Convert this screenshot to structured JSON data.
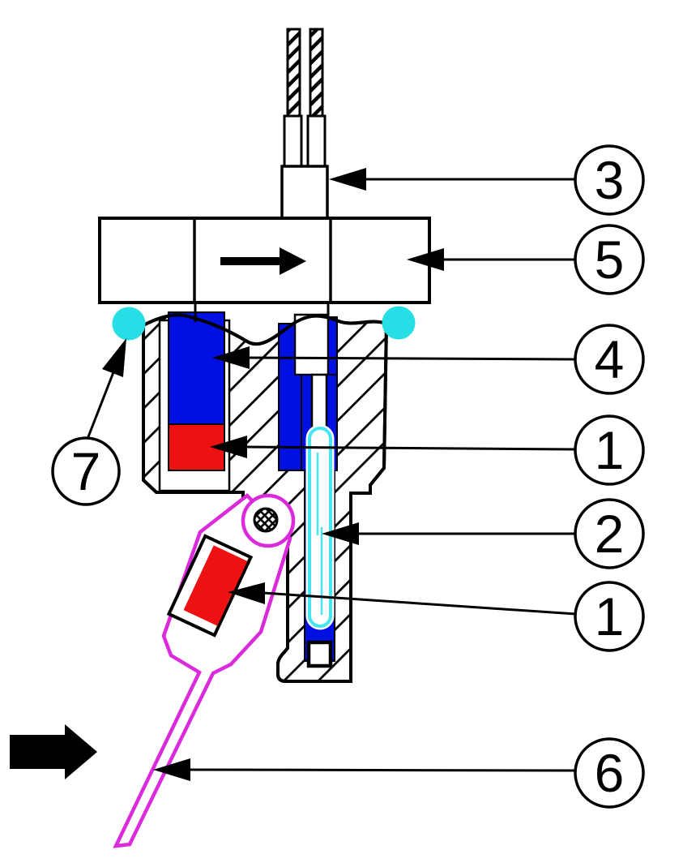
{
  "figure": {
    "type": "technical-cross-section-diagram",
    "description_visible_text_only": true
  },
  "callouts": {
    "c3": {
      "label": "3"
    },
    "c5": {
      "label": "5"
    },
    "c4": {
      "label": "4"
    },
    "c1_upper": {
      "label": "1"
    },
    "c2": {
      "label": "2"
    },
    "c1_lower": {
      "label": "1"
    },
    "c6": {
      "label": "6"
    },
    "c7": {
      "label": "7"
    }
  },
  "icons": {
    "flow_direction_arrow": "→",
    "inlet_flow_arrow": "→"
  },
  "colors": {
    "part_blue": "#0010E0",
    "part_red": "#EE1111",
    "o_ring_cyan": "#25DEE6",
    "glass_tube_cyan": "#45E6F0",
    "lever_magenta": "#DB2ADB",
    "line_black": "#000000"
  }
}
